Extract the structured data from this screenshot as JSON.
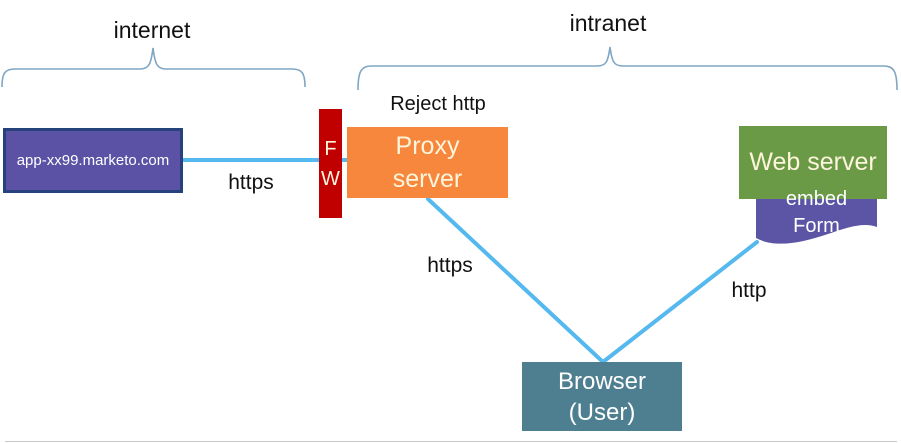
{
  "zones": {
    "internet": {
      "label": "internet"
    },
    "intranet": {
      "label": "intranet"
    }
  },
  "nodes": {
    "marketo_app": {
      "label": "app-xx99.marketo.com",
      "fill": "#5B51A5",
      "border": "#26427C"
    },
    "firewall": {
      "line1": "F",
      "line2": "W",
      "fill": "#C00000"
    },
    "proxy": {
      "line1": "Proxy",
      "line2": "server",
      "fill": "#F6873C"
    },
    "web_server": {
      "label": "Web server",
      "fill": "#6A9A46"
    },
    "embed_form": {
      "line1": "embed",
      "line2": "Form",
      "fill": "#5C55A6"
    },
    "browser": {
      "line1": "Browser",
      "line2": "(User)",
      "fill": "#4E7F90"
    }
  },
  "edges": {
    "reject_http": "Reject http",
    "https_internet": "https",
    "https_proxy_browser": "https",
    "http_browser_webserver": "http"
  },
  "colors": {
    "connection": "#55B8EE",
    "brace": "#7FA6C4",
    "text": "#111111"
  }
}
